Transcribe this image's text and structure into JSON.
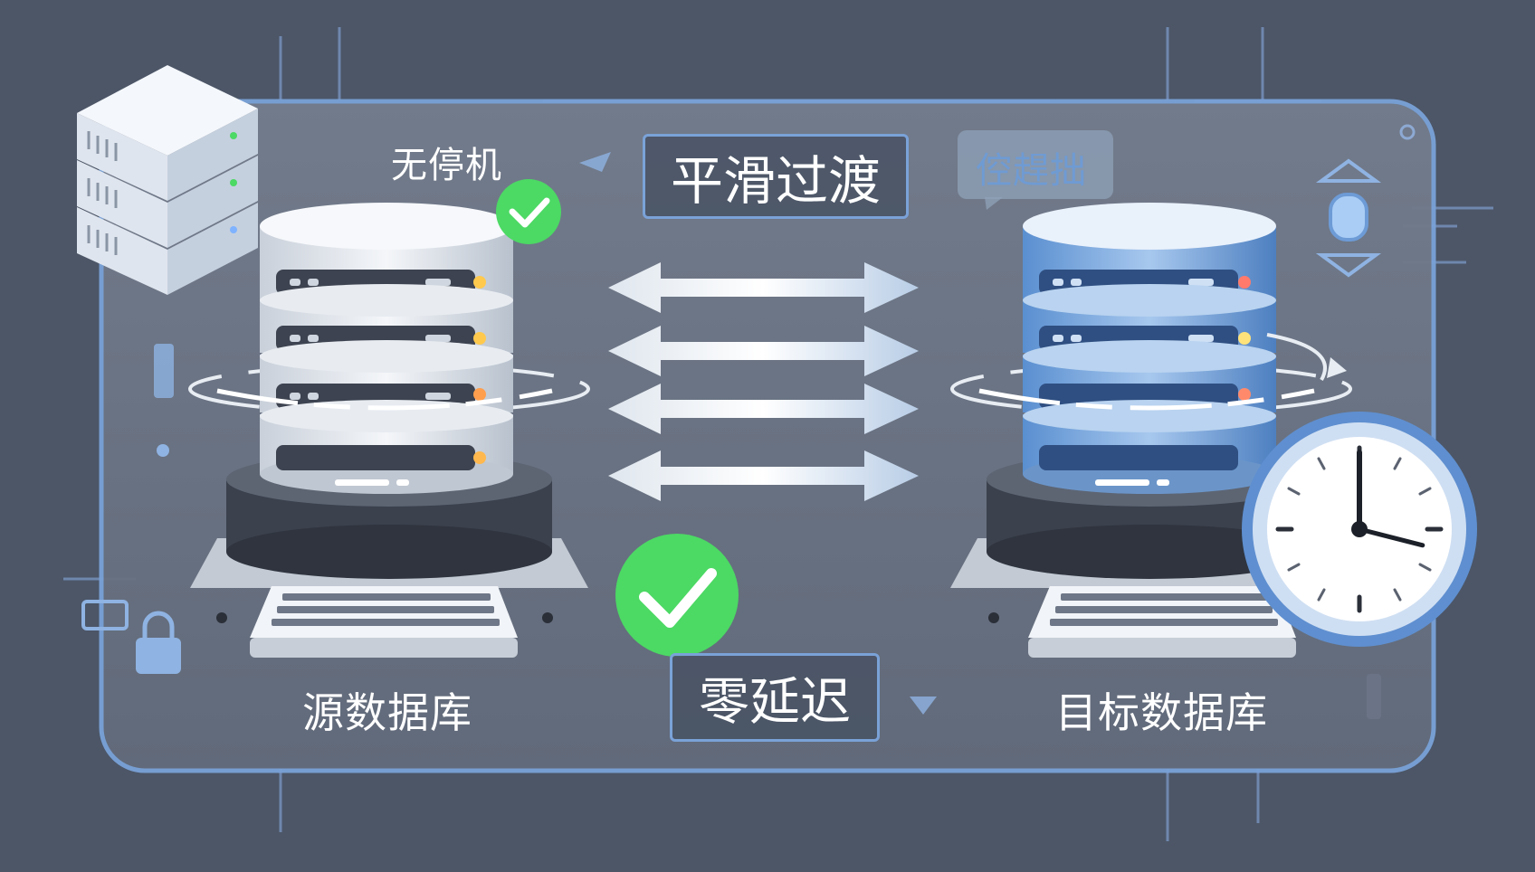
{
  "labels": {
    "no_downtime": "无停机",
    "smooth_transition": "平滑过渡",
    "garbled_tag": "倥趕拙",
    "zero_latency": "零延迟",
    "source_db": "源数据库",
    "target_db": "目标数据库"
  },
  "colors": {
    "background": "#4c5667",
    "panel": "#6b7484",
    "panel_border": "#7aa2d8",
    "check_green": "#4cd964",
    "source_db_tint": "#e8edf3",
    "target_db_tint": "#6f9fd8",
    "arrow": "#e6ecf3"
  },
  "icons": [
    "server-stack-icon",
    "check-icon",
    "database-icon",
    "bidirectional-arrow-icon",
    "clock-icon",
    "keyboard-icon",
    "shield-icon",
    "lock-icon"
  ],
  "clock": {
    "hour": 3,
    "minute": 0
  }
}
